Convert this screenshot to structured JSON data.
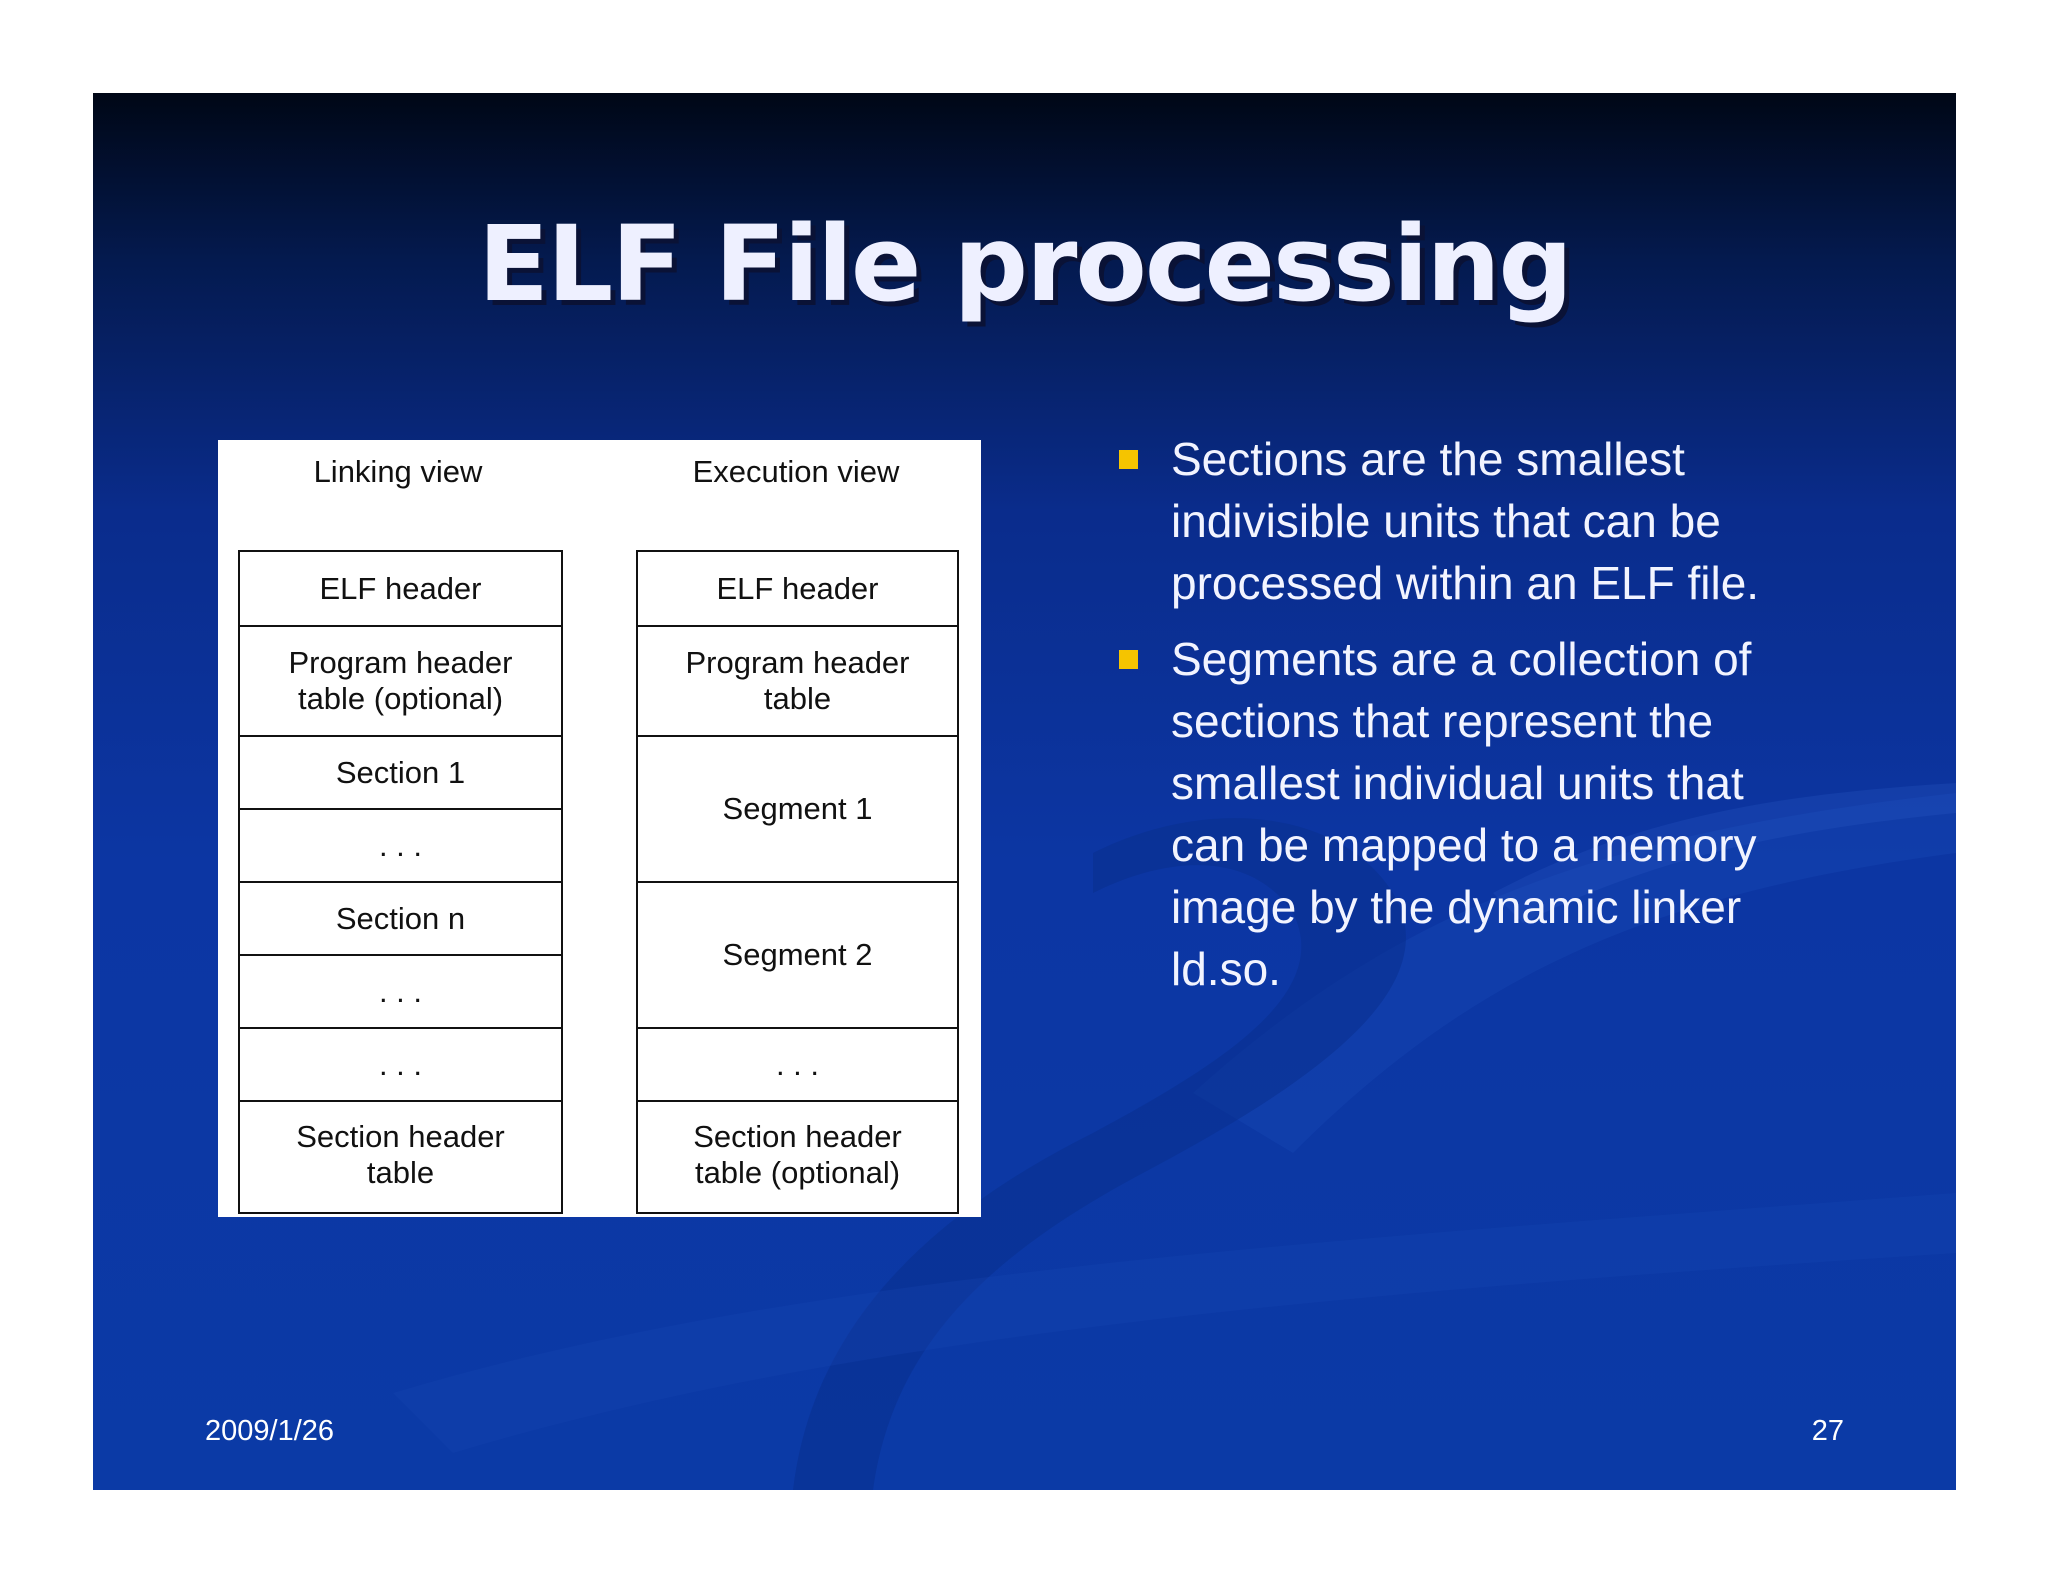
{
  "slide": {
    "title": "ELF File processing",
    "footer_date": "2009/1/26",
    "page_number": "27"
  },
  "figure": {
    "linking_view": {
      "heading": "Linking view",
      "cells": [
        "ELF header",
        "Program header\ntable (optional)",
        "Section 1",
        ". . .",
        "Section n",
        ". . .",
        ". . .",
        "Section header\ntable"
      ]
    },
    "execution_view": {
      "heading": "Execution view",
      "cells": [
        "ELF header",
        "Program header\ntable",
        "Segment 1",
        "Segment 2",
        ". . .",
        "Section header\ntable (optional)"
      ]
    }
  },
  "bullets": [
    "Sections are the smallest indivisible units that can be processed within an ELF file.",
    "Segments are a collection of sections that represent the smallest individual units that can be mapped to a memory image by the dynamic linker ld.so."
  ],
  "colors": {
    "bullet_marker": "#f5c400",
    "slide_background": "#0b3aa6"
  }
}
